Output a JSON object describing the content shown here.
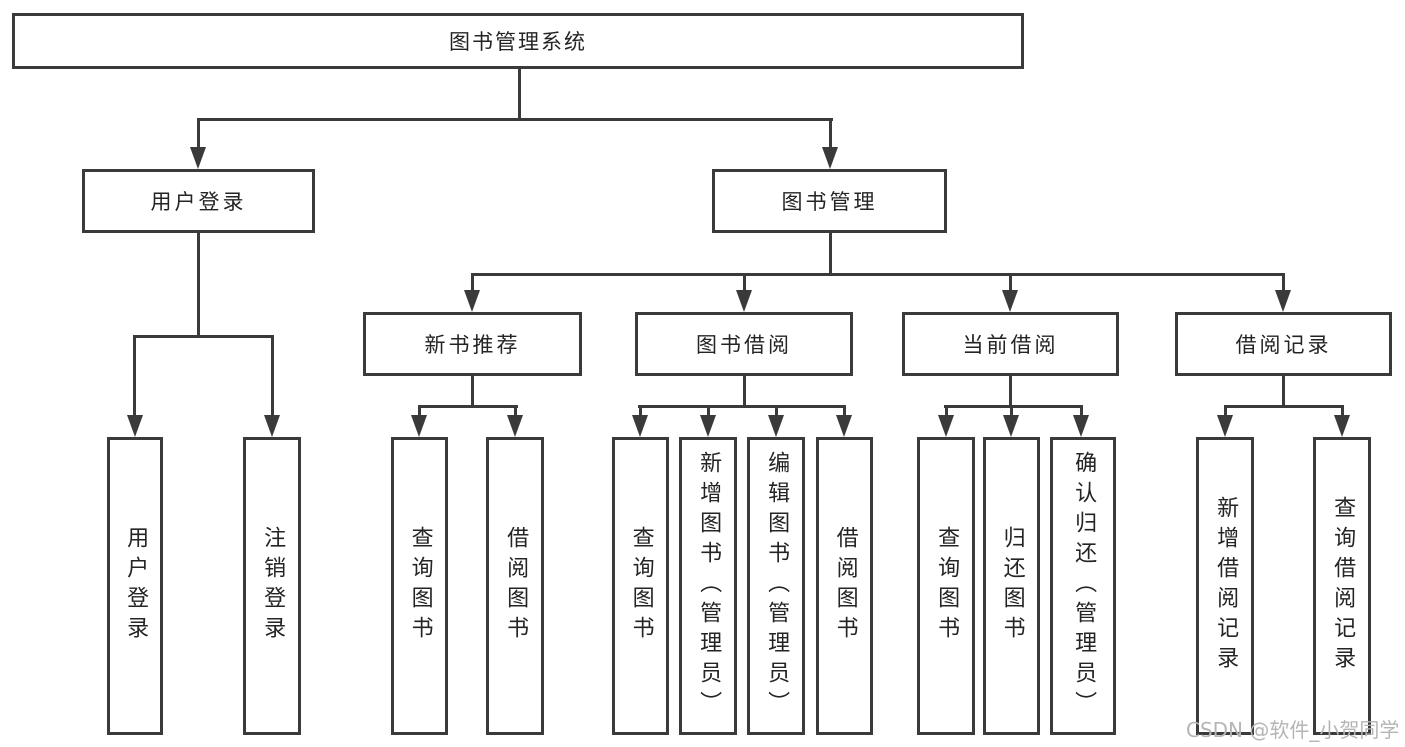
{
  "diagram": {
    "type": "hierarchy",
    "root": {
      "label": "图书管理系统"
    },
    "level2": [
      {
        "label": "用户登录",
        "parent": "图书管理系统"
      },
      {
        "label": "图书管理",
        "parent": "图书管理系统"
      }
    ],
    "level3": [
      {
        "label": "新书推荐",
        "parent": "图书管理"
      },
      {
        "label": "图书借阅",
        "parent": "图书管理"
      },
      {
        "label": "当前借阅",
        "parent": "图书管理"
      },
      {
        "label": "借阅记录",
        "parent": "图书管理"
      }
    ],
    "leaves": [
      {
        "label": "用户登录",
        "parent": "用户登录"
      },
      {
        "label": "注销登录",
        "parent": "用户登录"
      },
      {
        "label": "查询图书",
        "parent": "新书推荐"
      },
      {
        "label": "借阅图书",
        "parent": "新书推荐"
      },
      {
        "label": "查询图书",
        "parent": "图书借阅"
      },
      {
        "label": "新增图书（管理员）",
        "parent": "图书借阅"
      },
      {
        "label": "编辑图书（管理员）",
        "parent": "图书借阅"
      },
      {
        "label": "借阅图书",
        "parent": "图书借阅"
      },
      {
        "label": "查询图书",
        "parent": "当前借阅"
      },
      {
        "label": "归还图书",
        "parent": "当前借阅"
      },
      {
        "label": "确认归还（管理员）",
        "parent": "当前借阅"
      },
      {
        "label": "新增借阅记录",
        "parent": "借阅记录"
      },
      {
        "label": "查询借阅记录",
        "parent": "借阅记录"
      }
    ]
  },
  "watermark": {
    "text": "CSDN @软件_小贺同学"
  },
  "colors": {
    "line": "#3a3a3a",
    "text": "#242424",
    "watermark": "#b5b5b5",
    "background": "#ffffff"
  }
}
